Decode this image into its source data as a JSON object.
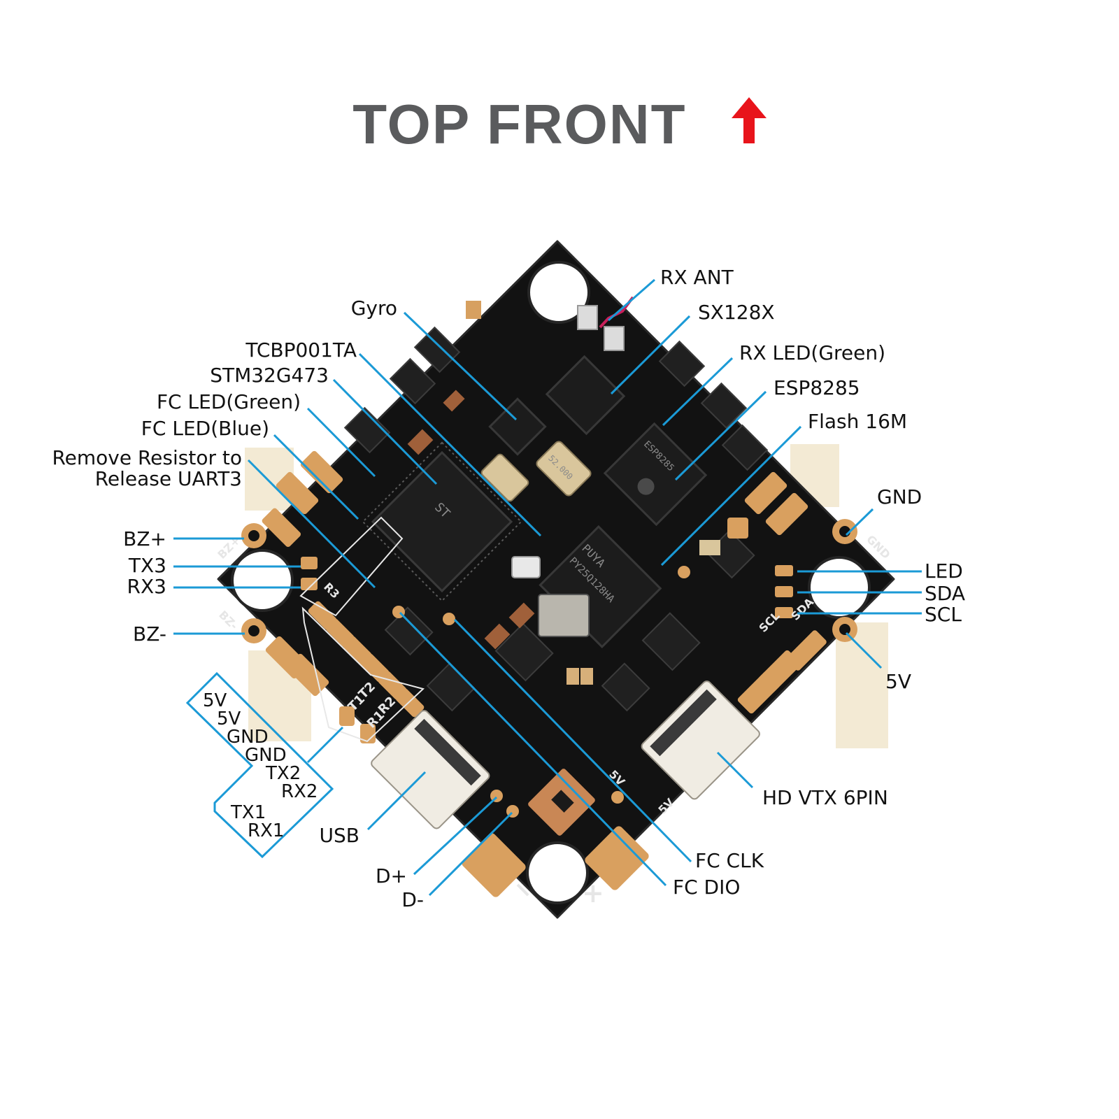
{
  "title": {
    "text": "TOP FRONT",
    "arrow_icon": "red-up-arrow-icon",
    "arrow_color": "#e8141b"
  },
  "colors": {
    "text": "#5a5b5d",
    "leader_line": "#1b9ad6",
    "board": "#121212",
    "gold_pad": "#d9a05f",
    "connector": "#f3ead4"
  },
  "labels": {
    "rx_ant": "RX ANT",
    "sx128x": "SX128X",
    "rx_led": "RX LED(Green)",
    "esp8285": "ESP8285",
    "flash": "Flash 16M",
    "gyro": "Gyro",
    "tcbp": "TCBP001TA",
    "stm32": "STM32G473",
    "fc_led_green": "FC LED(Green)",
    "fc_led_blue": "FC LED(Blue)",
    "remove_resistor_1": "Remove Resistor to",
    "remove_resistor_2": "Release UART3",
    "bz_plus": "BZ+",
    "tx3": "TX3",
    "rx3": "RX3",
    "bz_minus": "BZ-",
    "gnd": "GND",
    "led": "LED",
    "sda": "SDA",
    "scl": "SCL",
    "v5": "5V",
    "hd_vtx": "HD VTX 6PIN",
    "fc_clk": "FC CLK",
    "fc_dio": "FC DIO",
    "usb": "USB",
    "d_plus": "D+",
    "d_minus": "D-"
  },
  "connector_pins": [
    "5V",
    "5V",
    "GND",
    "GND",
    "TX2",
    "RX2",
    "TX1",
    "RX1"
  ],
  "silkscreen": {
    "bz_plus": "BZ+",
    "bz_minus": "BZ-",
    "gnd": "GND",
    "scl": "SCL",
    "sda": "SDA",
    "minus": "−",
    "plus": "+",
    "t2": "T2",
    "r2": "R2",
    "t1": "T1",
    "r1": "R1",
    "r3": "R3",
    "v5": "5V"
  },
  "chip_markings": {
    "stm": "ST",
    "flash": "PY25Q128HA",
    "flash_brand": "PUYA",
    "crystal": "52.000",
    "esp": "ESP8285"
  }
}
